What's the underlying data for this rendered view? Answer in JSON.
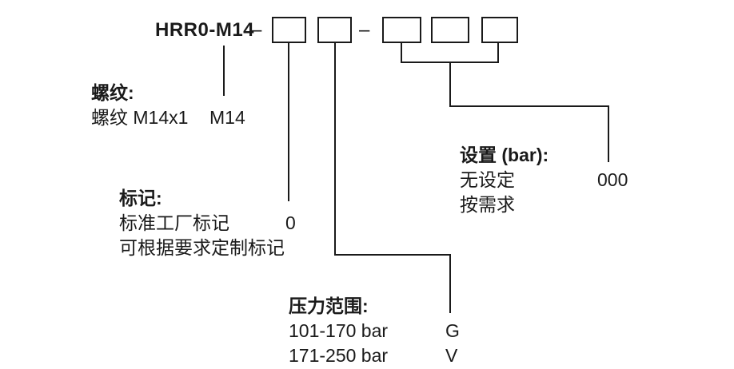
{
  "header": {
    "model_code": "HRR0-M14",
    "separator": "–",
    "box_count": 5
  },
  "groups": {
    "thread": {
      "title": "螺纹:",
      "rows": [
        {
          "label": "螺纹 M14x1",
          "value": "M14"
        }
      ]
    },
    "marking": {
      "title": "标记:",
      "rows": [
        {
          "label": "标准工厂标记",
          "value": "0"
        },
        {
          "label": "可根据要求定制标记",
          "value": ""
        }
      ]
    },
    "pressure_range": {
      "title": "压力范围:",
      "rows": [
        {
          "label": "101-170 bar",
          "value": "G"
        },
        {
          "label": "171-250 bar",
          "value": "V"
        }
      ]
    },
    "setting": {
      "title": "设置 (bar):",
      "rows": [
        {
          "label": "无设定",
          "value": "000"
        },
        {
          "label": "按需求",
          "value": ""
        }
      ]
    }
  },
  "colors": {
    "text": "#1a1a1a",
    "line": "#1a1a1a",
    "background": "#ffffff"
  }
}
